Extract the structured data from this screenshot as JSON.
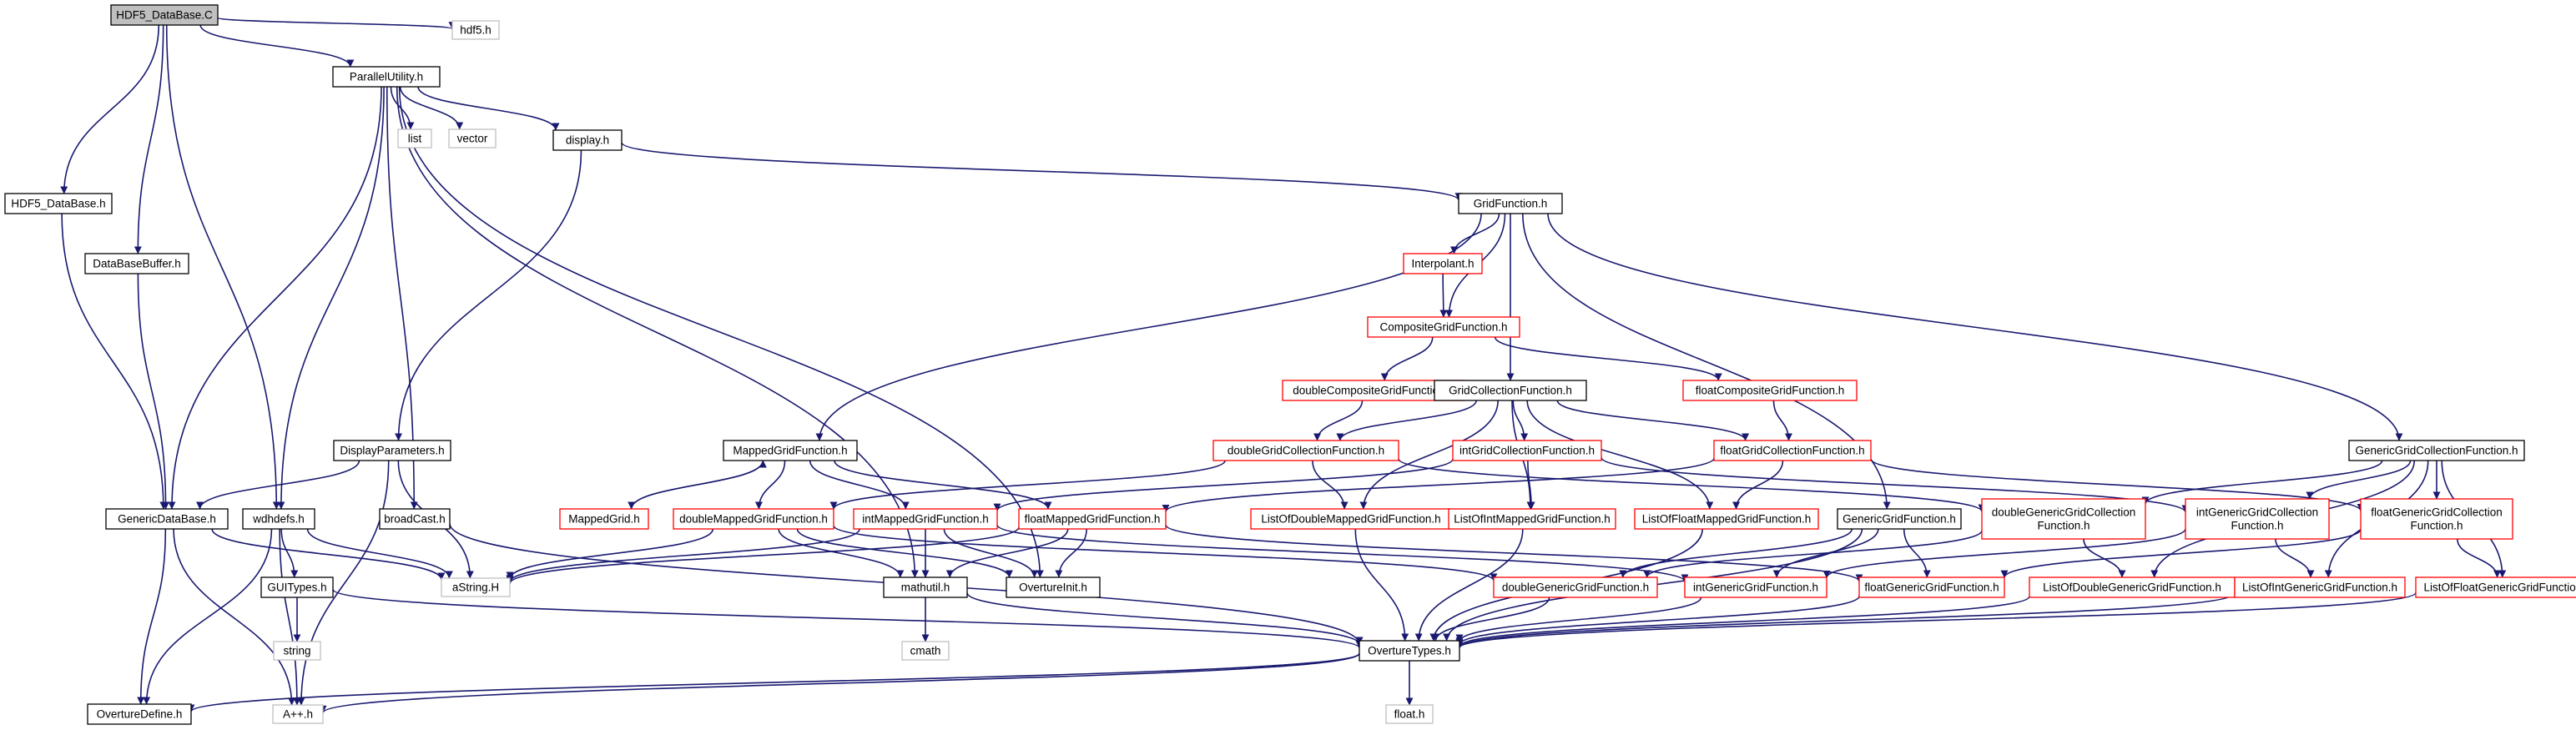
{
  "colors": {
    "edge": "#191970",
    "border_documented": "#000000",
    "border_undocumented": "#bfbfbf",
    "border_truncated": "#ff0000",
    "fill_root": "#bfbfbf",
    "fill_default": "#ffffff"
  },
  "nodes": [
    {
      "id": "n_root",
      "label": "HDF5_DataBase.C",
      "kind": "root"
    },
    {
      "id": "n_hdf5",
      "label": "hdf5.h",
      "kind": "undocumented"
    },
    {
      "id": "n_par",
      "label": "ParallelUtility.h",
      "kind": "documented"
    },
    {
      "id": "n_list",
      "label": "list",
      "kind": "undocumented"
    },
    {
      "id": "n_vector",
      "label": "vector",
      "kind": "undocumented"
    },
    {
      "id": "n_display",
      "label": "display.h",
      "kind": "documented"
    },
    {
      "id": "n_hdf5db",
      "label": "HDF5_DataBase.h",
      "kind": "documented"
    },
    {
      "id": "n_dbbuf",
      "label": "DataBaseBuffer.h",
      "kind": "documented"
    },
    {
      "id": "n_gridfn",
      "label": "GridFunction.h",
      "kind": "documented"
    },
    {
      "id": "n_interp",
      "label": "Interpolant.h",
      "kind": "truncated"
    },
    {
      "id": "n_compgf",
      "label": "CompositeGridFunction.h",
      "kind": "truncated"
    },
    {
      "id": "n_dcompgf",
      "label": "doubleCompositeGridFunction.h",
      "kind": "truncated"
    },
    {
      "id": "n_gcf",
      "label": "GridCollectionFunction.h",
      "kind": "documented"
    },
    {
      "id": "n_fcompgf",
      "label": "floatCompositeGridFunction.h",
      "kind": "truncated"
    },
    {
      "id": "n_disppar",
      "label": "DisplayParameters.h",
      "kind": "documented"
    },
    {
      "id": "n_mgf",
      "label": "MappedGridFunction.h",
      "kind": "documented"
    },
    {
      "id": "n_dgcf",
      "label": "doubleGridCollectionFunction.h",
      "kind": "truncated"
    },
    {
      "id": "n_igcf",
      "label": "intGridCollectionFunction.h",
      "kind": "truncated"
    },
    {
      "id": "n_fgcf",
      "label": "floatGridCollectionFunction.h",
      "kind": "truncated"
    },
    {
      "id": "n_ggcf",
      "label": "GenericGridCollectionFunction.h",
      "kind": "documented"
    },
    {
      "id": "n_gendb",
      "label": "GenericDataBase.h",
      "kind": "documented"
    },
    {
      "id": "n_wdh",
      "label": "wdhdefs.h",
      "kind": "documented"
    },
    {
      "id": "n_bcast",
      "label": "broadCast.h",
      "kind": "documented"
    },
    {
      "id": "n_mgrid",
      "label": "MappedGrid.h",
      "kind": "truncated"
    },
    {
      "id": "n_dmgf",
      "label": "doubleMappedGridFunction.h",
      "kind": "truncated"
    },
    {
      "id": "n_imgf",
      "label": "intMappedGridFunction.h",
      "kind": "truncated"
    },
    {
      "id": "n_fmgf",
      "label": "floatMappedGridFunction.h",
      "kind": "truncated"
    },
    {
      "id": "n_lodmgf",
      "label": "ListOfDoubleMappedGridFunction.h",
      "kind": "truncated"
    },
    {
      "id": "n_loimgf",
      "label": "ListOfIntMappedGridFunction.h",
      "kind": "truncated"
    },
    {
      "id": "n_lofmgf",
      "label": "ListOfFloatMappedGridFunction.h",
      "kind": "truncated"
    },
    {
      "id": "n_ggf",
      "label": "GenericGridFunction.h",
      "kind": "documented"
    },
    {
      "id": "n_dggcf",
      "label": [
        "doubleGenericGridCollection",
        "Function.h"
      ],
      "kind": "truncated"
    },
    {
      "id": "n_iggcf",
      "label": [
        "intGenericGridCollection",
        "Function.h"
      ],
      "kind": "truncated"
    },
    {
      "id": "n_fggcf",
      "label": [
        "floatGenericGridCollection",
        "Function.h"
      ],
      "kind": "truncated"
    },
    {
      "id": "n_guitypes",
      "label": "GUITypes.h",
      "kind": "documented"
    },
    {
      "id": "n_astring",
      "label": "aString.H",
      "kind": "undocumented"
    },
    {
      "id": "n_mathutil",
      "label": "mathutil.h",
      "kind": "documented"
    },
    {
      "id": "n_oinit",
      "label": "OvertureInit.h",
      "kind": "documented"
    },
    {
      "id": "n_dggf",
      "label": "doubleGenericGridFunction.h",
      "kind": "truncated"
    },
    {
      "id": "n_iggf",
      "label": "intGenericGridFunction.h",
      "kind": "truncated"
    },
    {
      "id": "n_fggf",
      "label": "floatGenericGridFunction.h",
      "kind": "truncated"
    },
    {
      "id": "n_lodggf",
      "label": "ListOfDoubleGenericGridFunction.h",
      "kind": "truncated"
    },
    {
      "id": "n_loiggf",
      "label": "ListOfIntGenericGridFunction.h",
      "kind": "truncated"
    },
    {
      "id": "n_lofggf",
      "label": "ListOfFloatGenericGridFunction.h",
      "kind": "truncated"
    },
    {
      "id": "n_string",
      "label": "string",
      "kind": "undocumented"
    },
    {
      "id": "n_cmath",
      "label": "cmath",
      "kind": "undocumented"
    },
    {
      "id": "n_otypes",
      "label": "OvertureTypes.h",
      "kind": "documented"
    },
    {
      "id": "n_odefine",
      "label": "OvertureDefine.h",
      "kind": "documented"
    },
    {
      "id": "n_app",
      "label": "A++.h",
      "kind": "undocumented"
    },
    {
      "id": "n_float",
      "label": "float.h",
      "kind": "undocumented"
    }
  ],
  "edges": [
    [
      "n_root",
      "n_hdf5"
    ],
    [
      "n_root",
      "n_par"
    ],
    [
      "n_root",
      "n_hdf5db"
    ],
    [
      "n_root",
      "n_dbbuf"
    ],
    [
      "n_root",
      "n_wdh"
    ],
    [
      "n_par",
      "n_list"
    ],
    [
      "n_par",
      "n_vector"
    ],
    [
      "n_par",
      "n_display"
    ],
    [
      "n_par",
      "n_gendb"
    ],
    [
      "n_par",
      "n_wdh"
    ],
    [
      "n_par",
      "n_bcast"
    ],
    [
      "n_par",
      "n_mathutil"
    ],
    [
      "n_par",
      "n_oinit"
    ],
    [
      "n_display",
      "n_gridfn"
    ],
    [
      "n_display",
      "n_disppar"
    ],
    [
      "n_hdf5db",
      "n_gendb"
    ],
    [
      "n_dbbuf",
      "n_gendb"
    ],
    [
      "n_gridfn",
      "n_interp"
    ],
    [
      "n_gridfn",
      "n_compgf"
    ],
    [
      "n_gridfn",
      "n_gcf"
    ],
    [
      "n_gridfn",
      "n_mgf"
    ],
    [
      "n_gridfn",
      "n_ggf"
    ],
    [
      "n_gridfn",
      "n_ggcf"
    ],
    [
      "n_interp",
      "n_compgf"
    ],
    [
      "n_compgf",
      "n_dcompgf"
    ],
    [
      "n_compgf",
      "n_fcompgf"
    ],
    [
      "n_dcompgf",
      "n_dgcf"
    ],
    [
      "n_fcompgf",
      "n_fgcf"
    ],
    [
      "n_gcf",
      "n_dgcf"
    ],
    [
      "n_gcf",
      "n_igcf"
    ],
    [
      "n_gcf",
      "n_fgcf"
    ],
    [
      "n_gcf",
      "n_lodmgf"
    ],
    [
      "n_gcf",
      "n_loimgf"
    ],
    [
      "n_gcf",
      "n_lofmgf"
    ],
    [
      "n_disppar",
      "n_gendb"
    ],
    [
      "n_disppar",
      "n_astring"
    ],
    [
      "n_disppar",
      "n_app"
    ],
    [
      "n_mgf",
      "n_mgrid"
    ],
    [
      "n_mgf",
      "n_dmgf"
    ],
    [
      "n_mgf",
      "n_imgf"
    ],
    [
      "n_mgf",
      "n_fmgf"
    ],
    [
      "n_mgrid",
      "n_mgf"
    ],
    [
      "n_dgcf",
      "n_dmgf"
    ],
    [
      "n_dgcf",
      "n_lodmgf"
    ],
    [
      "n_dgcf",
      "n_dggcf"
    ],
    [
      "n_igcf",
      "n_imgf"
    ],
    [
      "n_igcf",
      "n_loimgf"
    ],
    [
      "n_igcf",
      "n_iggcf"
    ],
    [
      "n_fgcf",
      "n_fmgf"
    ],
    [
      "n_fgcf",
      "n_lofmgf"
    ],
    [
      "n_fgcf",
      "n_fggcf"
    ],
    [
      "n_ggcf",
      "n_dggcf"
    ],
    [
      "n_ggcf",
      "n_iggcf"
    ],
    [
      "n_ggcf",
      "n_fggcf"
    ],
    [
      "n_ggcf",
      "n_lodggf"
    ],
    [
      "n_ggcf",
      "n_loiggf"
    ],
    [
      "n_ggcf",
      "n_lofggf"
    ],
    [
      "n_gendb",
      "n_odefine"
    ],
    [
      "n_gendb",
      "n_app"
    ],
    [
      "n_gendb",
      "n_astring"
    ],
    [
      "n_wdh",
      "n_guitypes"
    ],
    [
      "n_wdh",
      "n_astring"
    ],
    [
      "n_wdh",
      "n_odefine"
    ],
    [
      "n_wdh",
      "n_app"
    ],
    [
      "n_bcast",
      "n_otypes"
    ],
    [
      "n_dmgf",
      "n_astring"
    ],
    [
      "n_dmgf",
      "n_mathutil"
    ],
    [
      "n_dmgf",
      "n_oinit"
    ],
    [
      "n_dmgf",
      "n_dggf"
    ],
    [
      "n_imgf",
      "n_astring"
    ],
    [
      "n_imgf",
      "n_mathutil"
    ],
    [
      "n_imgf",
      "n_oinit"
    ],
    [
      "n_imgf",
      "n_iggf"
    ],
    [
      "n_fmgf",
      "n_astring"
    ],
    [
      "n_fmgf",
      "n_mathutil"
    ],
    [
      "n_fmgf",
      "n_oinit"
    ],
    [
      "n_fmgf",
      "n_fggf"
    ],
    [
      "n_lodmgf",
      "n_otypes"
    ],
    [
      "n_loimgf",
      "n_otypes"
    ],
    [
      "n_lofmgf",
      "n_otypes"
    ],
    [
      "n_ggf",
      "n_dggf"
    ],
    [
      "n_ggf",
      "n_iggf"
    ],
    [
      "n_ggf",
      "n_fggf"
    ],
    [
      "n_ggf",
      "n_otypes"
    ],
    [
      "n_dggcf",
      "n_dggf"
    ],
    [
      "n_dggcf",
      "n_lodggf"
    ],
    [
      "n_iggcf",
      "n_iggf"
    ],
    [
      "n_iggcf",
      "n_loiggf"
    ],
    [
      "n_fggcf",
      "n_fggf"
    ],
    [
      "n_fggcf",
      "n_lofggf"
    ],
    [
      "n_guitypes",
      "n_string"
    ],
    [
      "n_guitypes",
      "n_otypes"
    ],
    [
      "n_mathutil",
      "n_cmath"
    ],
    [
      "n_mathutil",
      "n_otypes"
    ],
    [
      "n_dggf",
      "n_otypes"
    ],
    [
      "n_iggf",
      "n_otypes"
    ],
    [
      "n_fggf",
      "n_otypes"
    ],
    [
      "n_lodggf",
      "n_otypes"
    ],
    [
      "n_loiggf",
      "n_otypes"
    ],
    [
      "n_lofggf",
      "n_otypes"
    ],
    [
      "n_otypes",
      "n_odefine"
    ],
    [
      "n_otypes",
      "n_app"
    ],
    [
      "n_otypes",
      "n_float"
    ]
  ]
}
